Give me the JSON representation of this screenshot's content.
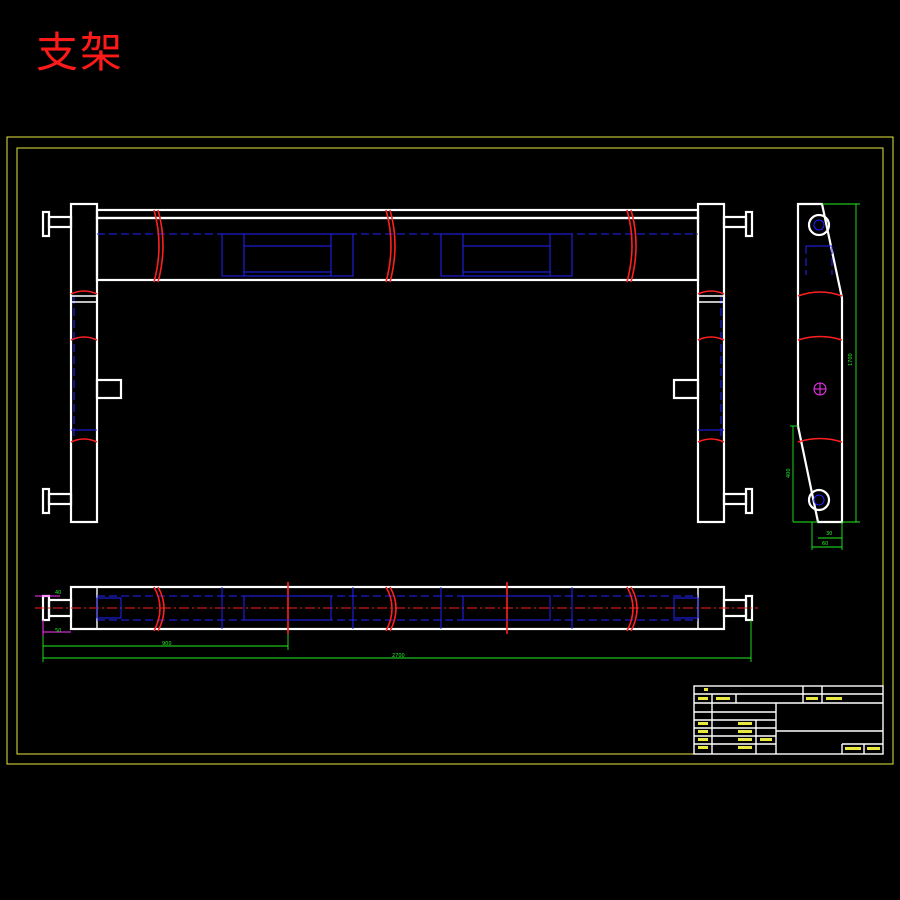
{
  "drawing": {
    "title": "支架",
    "dimensions": {
      "overall_length": "2700",
      "partial_length": "900",
      "side_height": "1700",
      "side_lower": "400",
      "side_bottom_a": "30",
      "side_bottom_b": "60",
      "left_small": "40",
      "left_small_b": "50"
    }
  },
  "colors": {
    "background": "#000000",
    "frame": "#e8e840",
    "outline": "#ffffff",
    "hidden": "#2222ff",
    "break": "#ff2020",
    "dimension": "#22ee22",
    "center_mark": "#ff33ff"
  }
}
